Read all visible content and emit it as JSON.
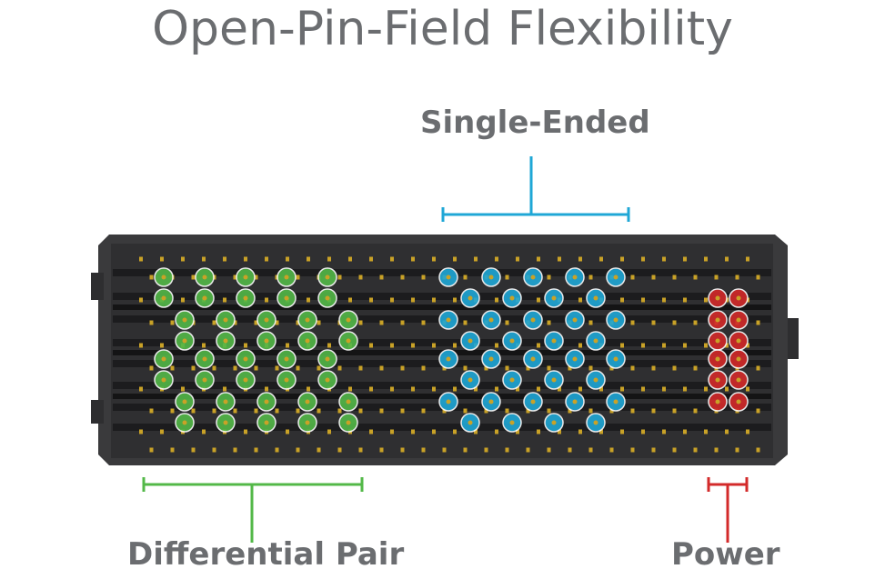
{
  "title": "Open-Pin-Field Flexibility",
  "labels": {
    "single_ended": "Single-Ended",
    "differential_pair": "Differential Pair",
    "power": "Power"
  },
  "colors": {
    "title_text": "#6b6d70",
    "single_ended": "#1fa7d6",
    "differential_pair": "#53b848",
    "power": "#d32a2a",
    "connector_body": "#3a3a3c",
    "pin": "#c9a227"
  },
  "chart_data": {
    "type": "diagram",
    "groups": [
      {
        "name": "Differential Pair",
        "color": "#53b848"
      },
      {
        "name": "Single-Ended",
        "color": "#1fa7d6"
      },
      {
        "name": "Power",
        "color": "#d32a2a"
      }
    ]
  }
}
